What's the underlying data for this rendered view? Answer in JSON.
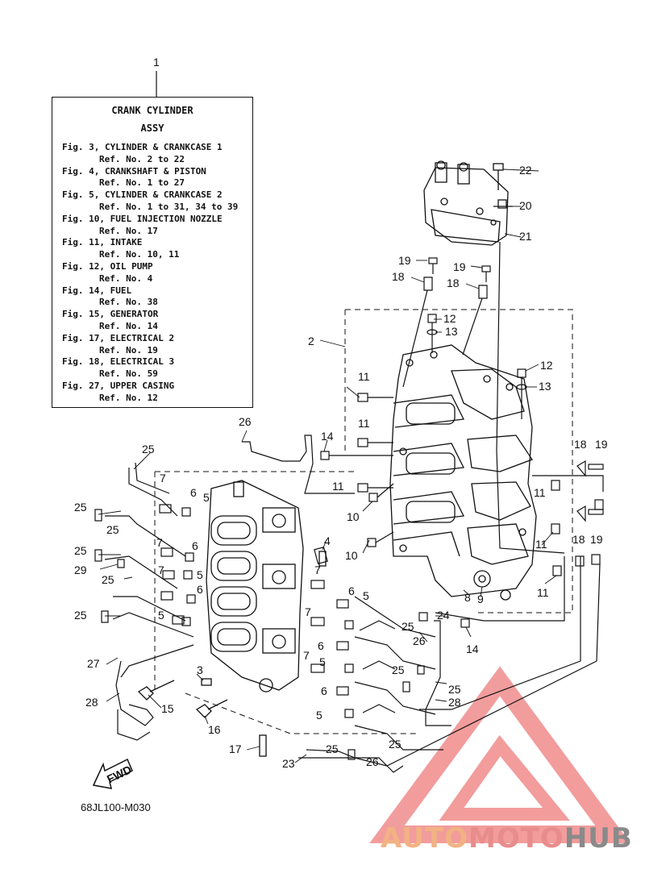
{
  "legend": {
    "title_line1": "CRANK CYLINDER",
    "title_line2": "ASSY",
    "rows": [
      {
        "fig": "Fig. 3, CYLINDER & CRANKCASE 1",
        "ref": "Ref. No. 2 to 22"
      },
      {
        "fig": "Fig. 4, CRANKSHAFT & PISTON",
        "ref": "Ref. No. 1 to 27"
      },
      {
        "fig": "Fig. 5, CYLINDER & CRANKCASE 2",
        "ref": "Ref. No. 1 to 31, 34 to 39"
      },
      {
        "fig": "Fig. 10, FUEL INJECTION NOZZLE",
        "ref": "Ref. No. 17"
      },
      {
        "fig": "Fig. 11, INTAKE",
        "ref": "Ref. No. 10, 11"
      },
      {
        "fig": "Fig. 12, OIL PUMP",
        "ref": "Ref. No. 4"
      },
      {
        "fig": "Fig. 14, FUEL",
        "ref": "Ref. No. 38"
      },
      {
        "fig": "Fig. 15, GENERATOR",
        "ref": "Ref. No. 14"
      },
      {
        "fig": "Fig. 17, ELECTRICAL 2",
        "ref": "Ref. No. 19"
      },
      {
        "fig": "Fig. 18, ELECTRICAL 3",
        "ref": "Ref. No. 59"
      },
      {
        "fig": "Fig. 27, UPPER CASING",
        "ref": "Ref. No. 12"
      }
    ]
  },
  "callouts": {
    "n1": "1",
    "n2": "2",
    "n3": "3",
    "n4": "4",
    "n5": "5",
    "n6": "6",
    "n7": "7",
    "n8": "8",
    "n9": "9",
    "n10": "10",
    "n11": "11",
    "n12": "12",
    "n13": "13",
    "n14": "14",
    "n15": "15",
    "n16": "16",
    "n17": "17",
    "n18": "18",
    "n19": "19",
    "n20": "20",
    "n21": "21",
    "n22": "22",
    "n23": "23",
    "n24": "24",
    "n25": "25",
    "n26": "26",
    "n27": "27",
    "n28": "28",
    "n29": "29"
  },
  "fwd_label": "FWD",
  "drawing_code": "68JL100-M030",
  "watermark": {
    "part1": "AUTO",
    "part2": "MOTO",
    "part3": "HUB"
  },
  "colors": {
    "line": "#111111",
    "watermark_red": "#e84c4c",
    "watermark_orange": "#f2b283",
    "watermark_gray": "#8a8a8a"
  }
}
